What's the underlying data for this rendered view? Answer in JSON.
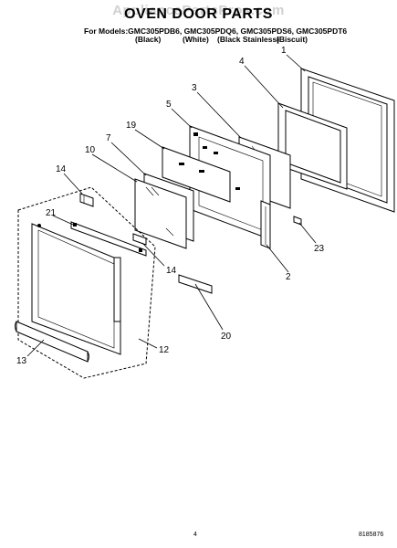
{
  "header": {
    "watermark": "AppliancePartsPros.com",
    "title": "OVEN DOOR PARTS",
    "models": "For Models:GMC305PDB6, GMC305PDQ6, GMC305PDS6, GMC305PDT6",
    "colors": [
      "(Black)",
      "(White)",
      "(Black Stainless)",
      "(Biscuit)"
    ]
  },
  "callouts": [
    "1",
    "4",
    "3",
    "5",
    "19",
    "10",
    "7",
    "14",
    "21",
    "23",
    "14",
    "2",
    "20",
    "12",
    "13"
  ],
  "footer": {
    "page_number": "4",
    "doc_number": "8185876"
  }
}
